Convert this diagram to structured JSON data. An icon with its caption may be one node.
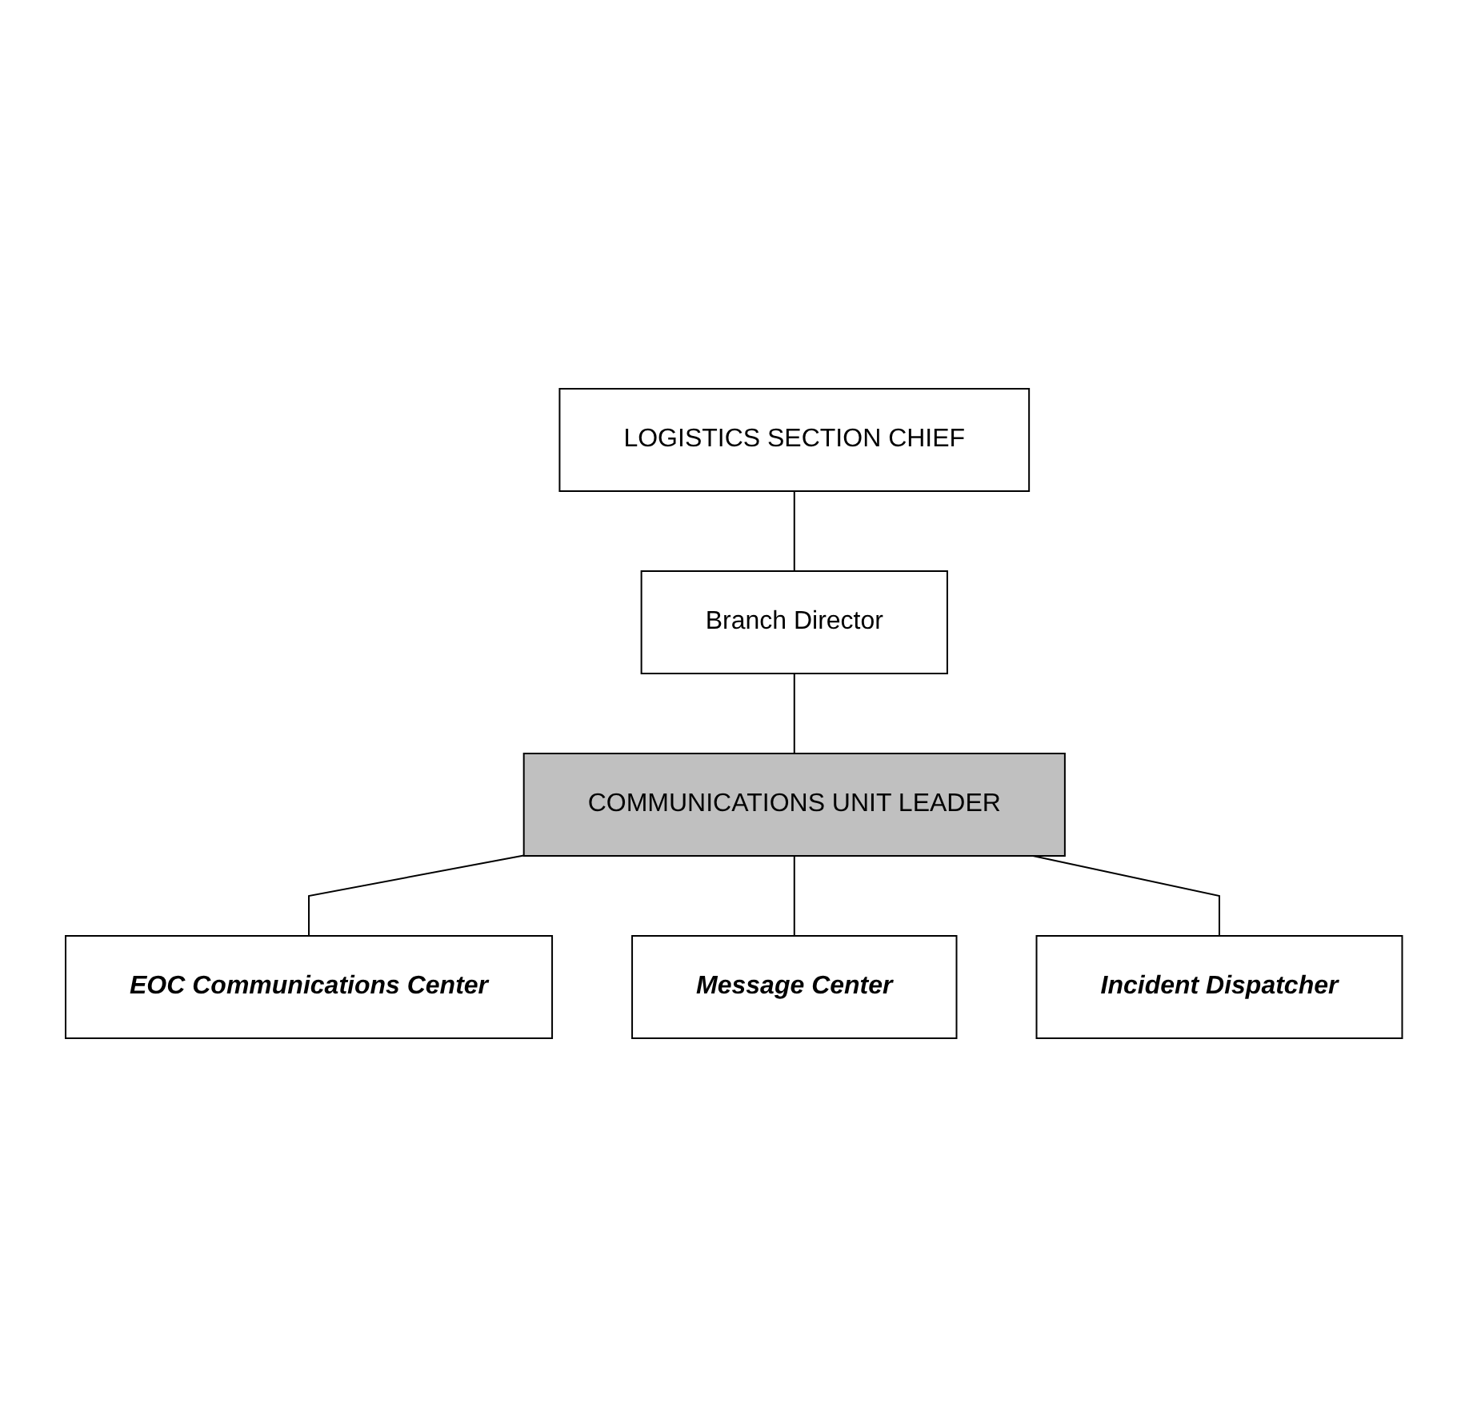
{
  "diagram": {
    "nodes": [
      {
        "text": [
          "LOGISTICS SECTION CHIEF"
        ]
      },
      {
        "text": [
          "Branch Director"
        ]
      },
      {
        "text": [
          "COMMUNICATIONS UNIT LEADER"
        ]
      },
      {
        "text": [
          "EOC Communications Center"
        ]
      },
      {
        "text": [
          "Message Center"
        ]
      },
      {
        "text": [
          "Incident Dispatcher"
        ]
      }
    ],
    "edges": [
      {
        "from": 0,
        "to": 1,
        "arrow": "none"
      },
      {
        "from": 1,
        "to": 2,
        "arrow": "none"
      },
      {
        "from": 2,
        "to": 3,
        "arrow": "none"
      },
      {
        "from": 2,
        "to": 4,
        "arrow": "none"
      },
      {
        "from": 2,
        "to": 5,
        "arrow": "none"
      }
    ]
  }
}
